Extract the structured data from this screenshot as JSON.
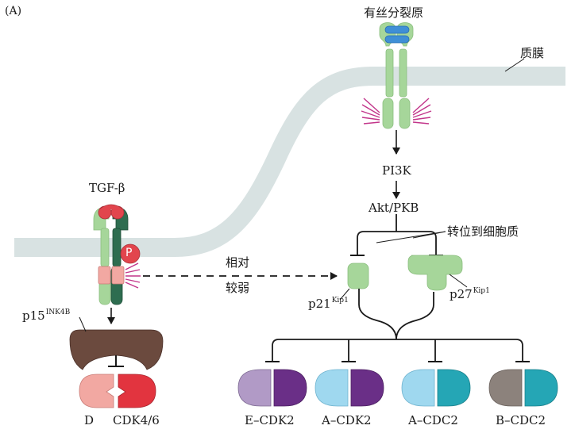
{
  "panel_label": "(A)",
  "mitogen": "有丝分裂原",
  "membrane": "质膜",
  "tgf": "TGF-β",
  "phospho": "P",
  "pi3k": "PI3K",
  "akt": "Akt/PKB",
  "translocate": "转位到细胞质",
  "weak_line1": "相对",
  "weak_line2": "较弱",
  "p15": {
    "base": "p15",
    "sup": "INK4B"
  },
  "p21": {
    "base": "p21",
    "sup": "Kip1"
  },
  "p27": {
    "base": "p27",
    "sup": "Kip1"
  },
  "d_label": "D",
  "cdk46_label": "CDK4/6",
  "complexes": [
    "E–CDK2",
    "A–CDK2",
    "A–CDC2",
    "B–CDC2"
  ],
  "colors": {
    "membrane": "#d8e2e2",
    "receptor_green": "#a6d69a",
    "receptor_dark": "#2e6d50",
    "tgf_red": "#e2454d",
    "mitogen_blue": "#3f8fd6",
    "p15_brown": "#6b4a3e",
    "inhibitor_green": "#a6d69a",
    "cyclin_d": "#f2a8a2",
    "cdk46": "#e2343f",
    "e_cyclin": "#b19ac6",
    "cdk2": "#6a2f87",
    "a_cyclin": "#9fd8ef",
    "cdc2": "#25a6b5",
    "b_cyclin": "#8c827c"
  }
}
